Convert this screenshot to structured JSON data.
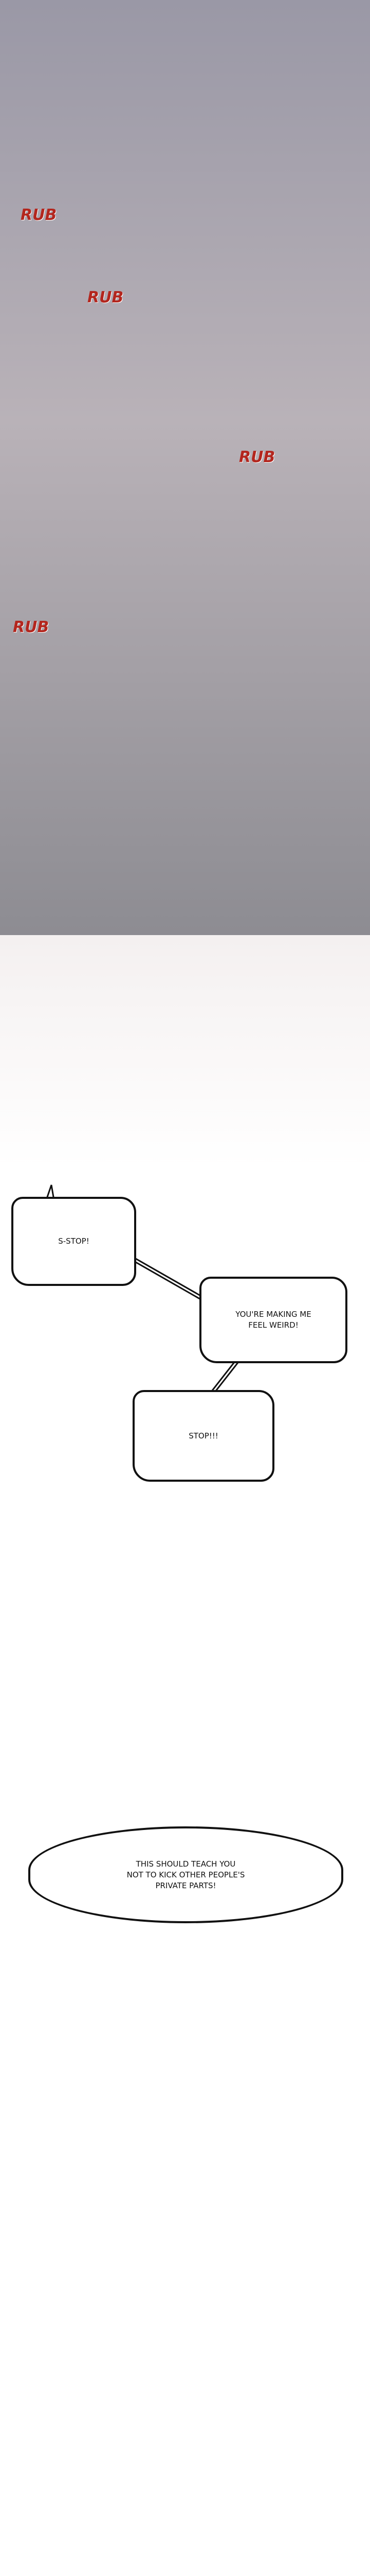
{
  "panels": {
    "panel_1": {
      "sound_effects": [
        "RUB",
        "RUB",
        "RUB",
        "RUB"
      ]
    },
    "panel_2": {}
  },
  "dialogue": {
    "bubble_1": "S-STOP!",
    "bubble_2": "YOU'RE MAKING ME FEEL WEIRD!",
    "bubble_3": "STOP!!!",
    "bubble_4": "THIS SHOULD TEACH YOU NOT TO KICK OTHER PEOPLE'S PRIVATE PARTS!"
  }
}
